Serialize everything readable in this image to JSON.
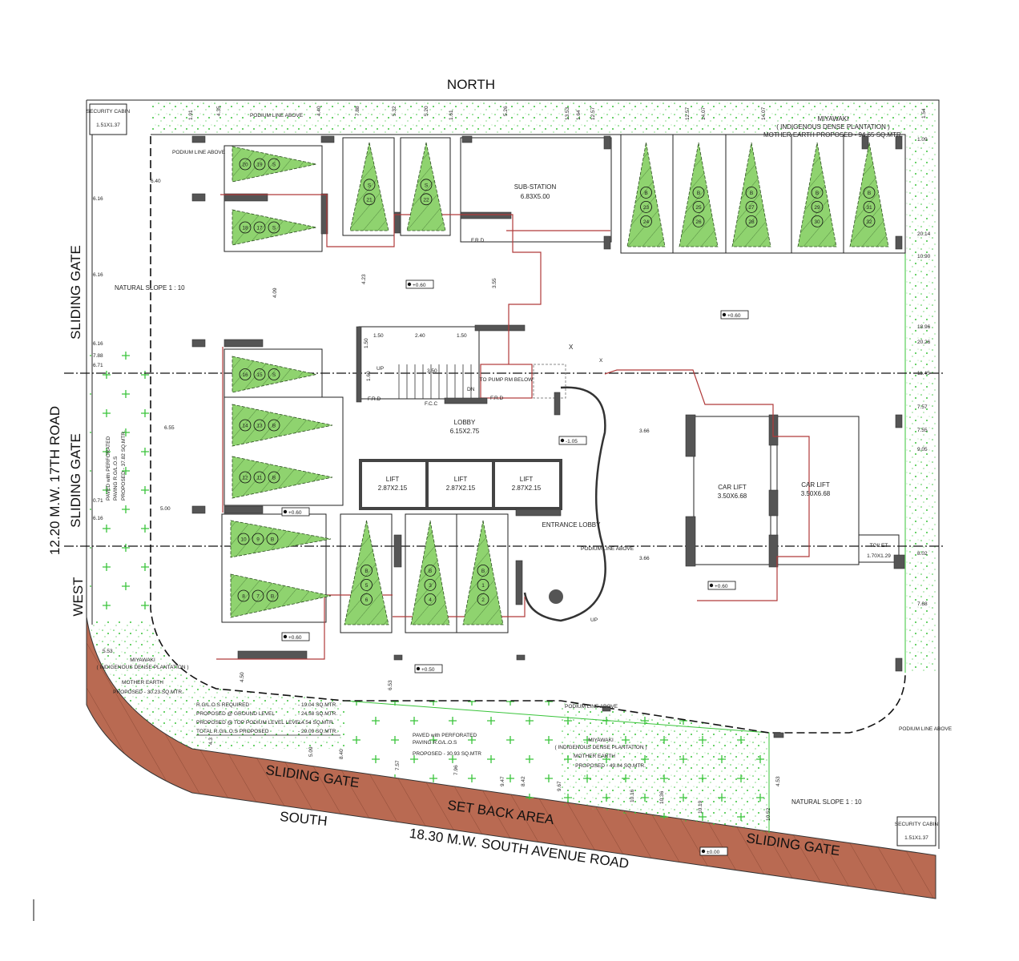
{
  "compass": {
    "north": "NORTH",
    "south": "SOUTH",
    "west": "WEST"
  },
  "roads": {
    "west": "12.20 M.W. 17TH ROAD",
    "south": "18.30 M.W. SOUTH AVENUE ROAD"
  },
  "gates": {
    "west_top": "SLIDING GATE",
    "west_bottom": "SLIDING GATE",
    "south_left": "SLIDING GATE",
    "south_right": "SLIDING GATE"
  },
  "setback": "SET BACK AREA",
  "security_cabins": [
    {
      "label": "SECURITY CABIN",
      "size": "1.51X1.37"
    },
    {
      "label": "SECURITY CABIN",
      "size": "1.51X1.37"
    }
  ],
  "rooms": {
    "substation": {
      "label": "SUB-STATION",
      "size": "6.83X5.00"
    },
    "lobby": {
      "label": "LOBBY",
      "size": "6.15X2.75"
    },
    "lifts": [
      {
        "label": "LIFT",
        "size": "2.87X2.15"
      },
      {
        "label": "LIFT",
        "size": "2.87X2.15"
      },
      {
        "label": "LIFT",
        "size": "2.87X2.15"
      }
    ],
    "car_lifts": [
      {
        "label": "CAR LIFT",
        "size": "3.50X6.68"
      },
      {
        "label": "CAR LIFT",
        "size": "3.50X6.68"
      }
    ],
    "toilet": {
      "label": "TOILET",
      "size": "1.70X1.29"
    },
    "entrance_lobby": {
      "label": "ENTRANCE LOBBY"
    },
    "pump": {
      "label": "TO PUMP RM BELOW"
    },
    "frd": "F.R.D",
    "fcc": "F.C.C",
    "up": "UP",
    "dn": "DN",
    "x_mark": "X"
  },
  "notes": {
    "podium": "PODIUM LINE ABOVE",
    "slope": "NATURAL SLOPE 1 : 10",
    "miyawaki_north": {
      "title": "MIYAWAKI",
      "sub": "( INDIGENOUS DENSE PLANTATION )",
      "area": "MOTHER EARTH PROPOSED - 94.65 SQ.MTR."
    },
    "miyawaki_west": {
      "title": "MIYAWAKI",
      "sub": "( INDIGENOUS DENSE PLANTATION )",
      "earth": "MOTHER EARTH",
      "area": "PROPOSED - 30.23 SQ.MTR."
    },
    "miyawaki_south": {
      "title": "MIYAWAKI",
      "sub": "( INDIGENOUS DENSE PLANTATION )",
      "earth": "MOTHER EARTH",
      "area": "PROPOSED - 49.04 SQ.MTR."
    },
    "paved_west": {
      "title": "PAVED with PERFORATED",
      "sub": "PAVING R.G/L.O.S",
      "area": "PROPOSED - 37.82 SQ.MTR."
    },
    "paved_south": {
      "title": "PAVED with PERFORATED",
      "sub": "PAVING R.G/L.O.S",
      "area": "PROPOSED - 30.93 SQ.MTR"
    }
  },
  "rg_table": [
    {
      "label": "R.G/L.O.S REQUIRED",
      "value": "- 19.04 SQ.MTR."
    },
    {
      "label": "PROPOSED @ GROUND LEVEL",
      "value": "- 24.58 SQ.MTR."
    },
    {
      "label": "PROPOSED @ TOP PODIUM LEVEL LEVEL",
      "value": "- 4.54 SQ.MTR."
    },
    {
      "label": "TOTAL R.G/L.O.S PROPOSED",
      "value": "- 29.09 SQ.MTR."
    }
  ],
  "levels": [
    "+0.60",
    "+0.60",
    "+0.60",
    "+0.60",
    "+0.60",
    "-1.05",
    "+0.50",
    "±0.00"
  ],
  "parking": [
    {
      "dir": "right",
      "labels": [
        "20",
        "19",
        "S"
      ]
    },
    {
      "dir": "right",
      "labels": [
        "18",
        "17",
        "S"
      ]
    },
    {
      "dir": "right",
      "labels": [
        "16",
        "15",
        "S"
      ]
    },
    {
      "dir": "right",
      "labels": [
        "14",
        "13",
        "B"
      ]
    },
    {
      "dir": "right",
      "labels": [
        "12",
        "11",
        "B"
      ]
    },
    {
      "dir": "right",
      "labels": [
        "10",
        "9",
        "B"
      ]
    },
    {
      "dir": "right",
      "labels": [
        "8",
        "7",
        "B"
      ]
    },
    {
      "dir": "up",
      "labels": [
        "S",
        "21"
      ]
    },
    {
      "dir": "up",
      "labels": [
        "S",
        "22"
      ]
    },
    {
      "dir": "up",
      "labels": [
        "B",
        "23",
        "24"
      ]
    },
    {
      "dir": "up",
      "labels": [
        "B",
        "25",
        "26"
      ]
    },
    {
      "dir": "up",
      "labels": [
        "B",
        "27",
        "28"
      ]
    },
    {
      "dir": "up",
      "labels": [
        "B",
        "29",
        "30"
      ]
    },
    {
      "dir": "up",
      "labels": [
        "B",
        "31",
        "32"
      ]
    },
    {
      "dir": "up",
      "labels": [
        "B",
        "5",
        "6"
      ]
    },
    {
      "dir": "up",
      "labels": [
        "B",
        "3",
        "4"
      ]
    },
    {
      "dir": "up",
      "labels": [
        "B",
        "1",
        "2"
      ]
    }
  ],
  "dimensions": [
    "1.91",
    "4.35",
    "4.40",
    "7.88",
    "5.32",
    "5.20",
    "1.61",
    "5.26",
    "13.53",
    "1.64",
    "12.57",
    "12.57",
    "14.07",
    "14.07",
    "1.54",
    "1.09",
    "20.14",
    "10.90",
    "18.96",
    "20.26",
    "11.45",
    "7.57",
    "7.55",
    "9.05",
    "8.02",
    "7.68",
    "6.40",
    "6.16",
    "6.16",
    "6.16",
    "7.88",
    "6.71",
    "6.55",
    "0.71",
    "5.00",
    "6.16",
    "5.53",
    "4.09",
    "4.23",
    "3.55",
    "3.66",
    "3.66",
    "1.50",
    "2.40",
    "1.50",
    "1.50",
    "1.60",
    "3.50",
    "4.50",
    "6.53",
    "4.3",
    "5.09",
    "8.40",
    "7.57",
    "7.96",
    "9.47",
    "8.42",
    "9.67",
    "10.16",
    "10.36",
    "10.19",
    "10.52",
    "4.53"
  ],
  "colors": {
    "plant": "#8fd36f",
    "plant_dot": "#39c43a",
    "setback": "#b96a52",
    "wall": "#555555",
    "red_line": "#b03a3a"
  }
}
